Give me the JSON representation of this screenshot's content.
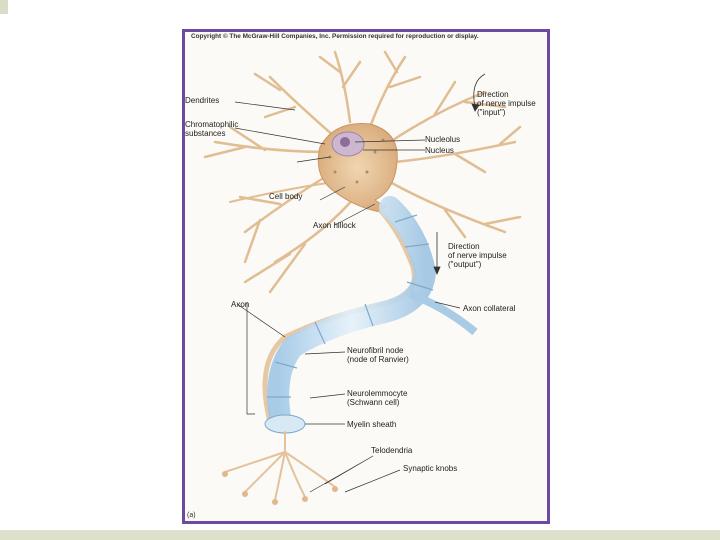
{
  "copyright": "Copyright © The McGraw-Hill Companies, Inc. Permission required for reproduction or display.",
  "panel_label": "(a)",
  "labels": {
    "dendrites": "Dendrites",
    "chromatophilic": "Chromatophilic\nsubstances",
    "cell_body": "Cell body",
    "nucleolus": "Nucleolus",
    "nucleus": "Nucleus",
    "direction_input": "Direction\nof nerve impulse\n(\"input\")",
    "axon_hillock": "Axon hillock",
    "direction_output": "Direction\nof nerve impulse\n(\"output\")",
    "axon": "Axon",
    "axon_collateral": "Axon collateral",
    "neurofibril_node": "Neurofibril node\n(node of Ranvier)",
    "neurolemmocyte": "Neurolemmocyte\n(Schwann cell)",
    "myelin_sheath": "Myelin sheath",
    "telodendria": "Telodendria",
    "synaptic_knobs": "Synaptic knobs"
  },
  "colors": {
    "frame": "#6b4aa0",
    "cell": "#e8c9a2",
    "myelin": "#bcd9ef",
    "leader": "#333333"
  }
}
